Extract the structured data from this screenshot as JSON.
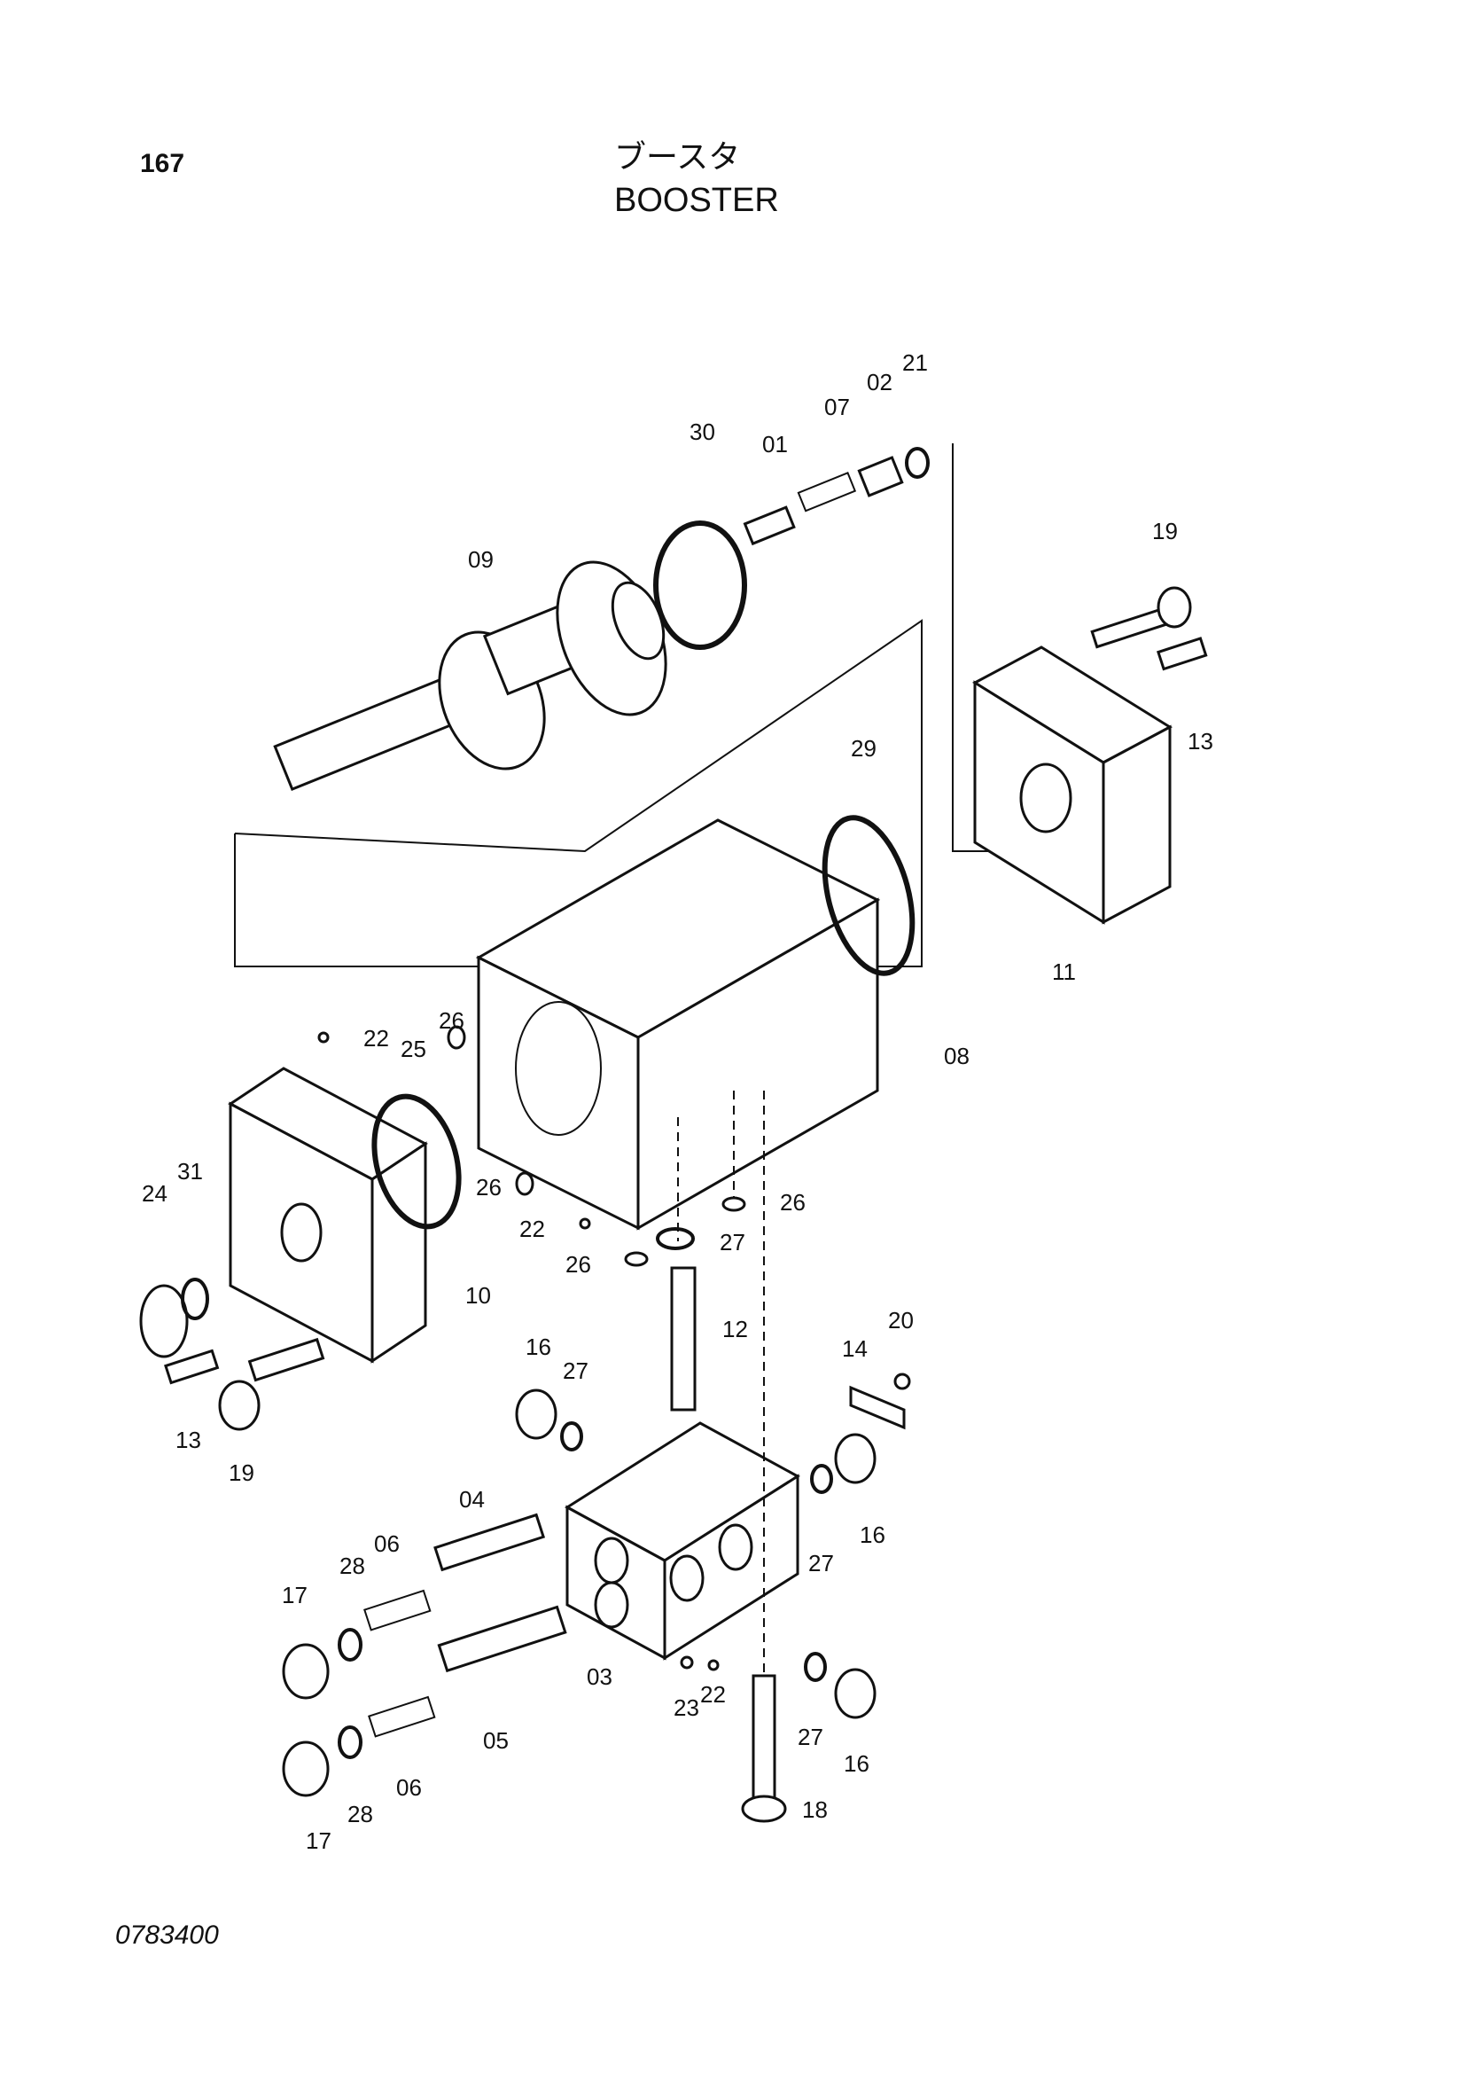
{
  "header": {
    "page_number": "167",
    "title_jp": "ブースタ",
    "title_en": "BOOSTER"
  },
  "footer": {
    "drawing_code": "0783400"
  },
  "callouts": {
    "c21": "21",
    "c02": "02",
    "c07": "07",
    "c30": "30",
    "c01": "01",
    "c09": "09",
    "c19a": "19",
    "c13a": "13",
    "c29": "29",
    "c11": "11",
    "c08": "08",
    "c26a": "26",
    "c25": "25",
    "c22a": "22",
    "c31": "31",
    "c24": "24",
    "c26b": "26",
    "c22b": "22",
    "c26c": "26",
    "c27a": "27",
    "c26d": "26",
    "c10": "10",
    "c12": "12",
    "c13b": "13",
    "c19b": "19",
    "c16a": "16",
    "c27b": "27",
    "c14": "14",
    "c20": "20",
    "c16b": "16",
    "c27c": "27",
    "c04": "04",
    "c06a": "06",
    "c28a": "28",
    "c17a": "17",
    "c03": "03",
    "c23": "23",
    "c22c": "22",
    "c27d": "27",
    "c16c": "16",
    "c05": "05",
    "c06b": "06",
    "c28b": "28",
    "c17b": "17",
    "c18": "18"
  }
}
